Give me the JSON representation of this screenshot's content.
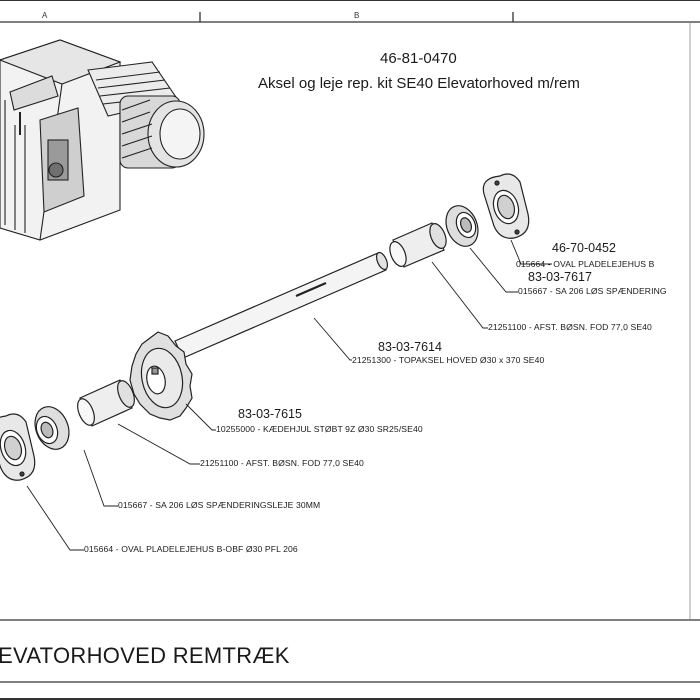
{
  "sheet": {
    "col_a": "A",
    "col_b": "B"
  },
  "kit": {
    "number": "46-81-0470",
    "description": "Aksel og leje rep. kit SE40 Elevatorhoved m/rem"
  },
  "parts": [
    {
      "id": "part-46-70-0452",
      "number": "46-70-0452",
      "callout": "015664 - OVAL PLADELEJEHUS B"
    },
    {
      "id": "part-83-03-7617",
      "number": "83-03-7617",
      "callout": "015667 - SA 206 LØS SPÆNDERING"
    },
    {
      "id": "part-spacer-top",
      "number": "",
      "callout": "21251100 - AFST. BØSN. FOD 77,0 SE40"
    },
    {
      "id": "part-83-03-7614",
      "number": "83-03-7614",
      "callout": "21251300 - TOPAKSEL HOVED Ø30 x 370 SE40"
    },
    {
      "id": "part-83-03-7615",
      "number": "83-03-7615",
      "callout": "10255000 - KÆDEHJUL STØBT 9Z Ø30 SR25/SE40"
    },
    {
      "id": "part-spacer-bottom",
      "number": "",
      "callout": "21251100 - AFST. BØSN. FOD 77,0 SE40"
    },
    {
      "id": "part-bearing-bottom",
      "number": "",
      "callout": "015667 - SA 206 LØS SPÆNDERINGSLEJE 30MM"
    },
    {
      "id": "part-housing-bottom",
      "number": "",
      "callout": "015664 - OVAL PLADELEJEHUS B-OBF Ø30 PFL 206"
    }
  ],
  "footer": {
    "title": "EVATORHOVED REMTRÆK"
  }
}
